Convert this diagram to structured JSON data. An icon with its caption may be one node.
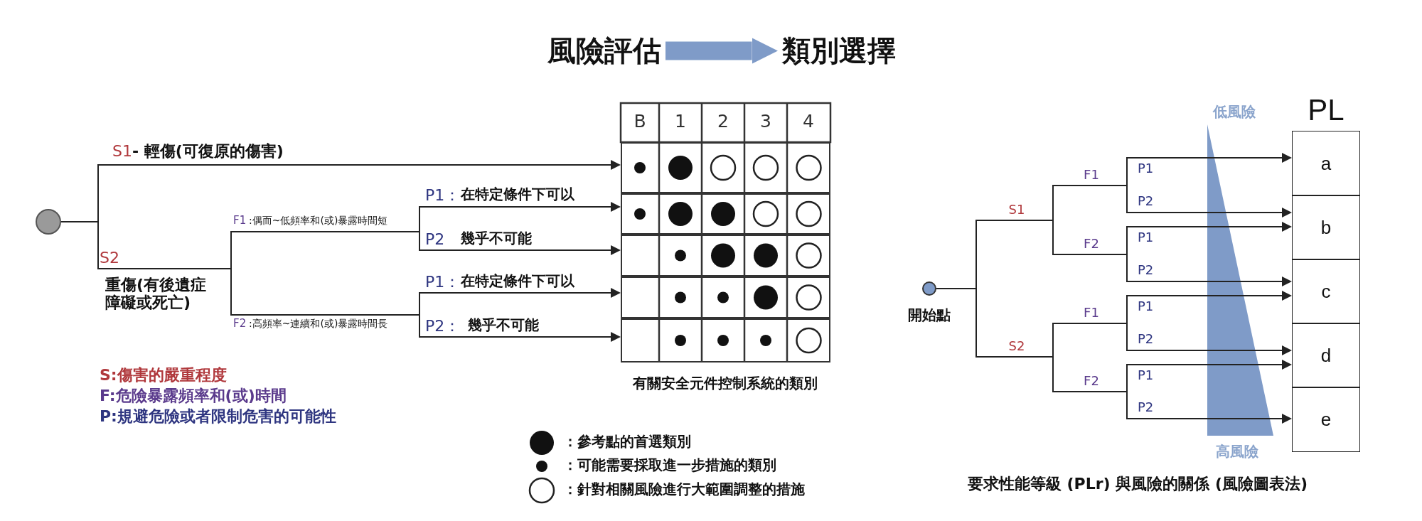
{
  "diagram": {
    "nodes": [
      {
        "text": [
          "風險評估"
        ]
      },
      {
        "text": [
          "類別選擇"
        ]
      },
      {
        "text": [],
        "shape": "circle"
      },
      {
        "text": [],
        "shape": "box"
      },
      {
        "text": [],
        "shape": "box"
      },
      {
        "text": [],
        "shape": "box"
      },
      {
        "text": [],
        "shape": "box"
      },
      {
        "text": [],
        "shape": "box"
      },
      {
        "text": [],
        "shape": "circle",
        "beside": [
          "開始點"
        ]
      },
      {
        "text": [
          "PL"
        ]
      },
      {
        "text": [
          "a"
        ],
        "in": 9
      },
      {
        "text": [
          "b"
        ],
        "in": 9
      },
      {
        "text": [
          "c"
        ],
        "in": 9
      },
      {
        "text": [
          "d"
        ],
        "in": 9
      },
      {
        "text": [
          "e"
        ],
        "in": 9
      }
    ],
    "edges": [
      {
        "from": 0,
        "to": 1,
        "arrow": "to",
        "style": "thick",
        "color": "#7f9bc8"
      },
      {
        "from": 2,
        "to": 3,
        "arrow": "to"
      },
      {
        "from": 2,
        "to": 4,
        "arrow": "to"
      },
      {
        "from": 2,
        "to": 5,
        "arrow": "to"
      },
      {
        "from": 2,
        "to": 6,
        "arrow": "to"
      },
      {
        "from": 2,
        "to": 7,
        "arrow": "to"
      },
      {
        "from": 8,
        "to": 10,
        "arrow": "to"
      },
      {
        "from": 8,
        "to": 11,
        "arrow": "to"
      },
      {
        "from": 8,
        "to": 11,
        "arrow": "to"
      },
      {
        "from": 8,
        "to": 12,
        "arrow": "to"
      },
      {
        "from": 8,
        "to": 12,
        "arrow": "to"
      },
      {
        "from": 8,
        "to": 13,
        "arrow": "to"
      },
      {
        "from": 8,
        "to": 13,
        "arrow": "to"
      },
      {
        "from": 8,
        "to": 14,
        "arrow": "to"
      }
    ],
    "labels": [
      "S1",
      "- 輕傷(可復原的傷害)",
      "F1",
      ":偶而~低頻率和(或)暴露時間短",
      "P1：",
      "在特定條件下可以",
      "S2",
      "P2",
      "幾乎不可能",
      "重傷(有後遺症障礙或死亡)",
      "P1：",
      "在特定條件下可以",
      "F2",
      ":高頻率~連續和(或)暴露時間長",
      "P2：",
      "幾乎不可能",
      "S:傷害的嚴重程度",
      "F:危險暴露頻率和(或)時間",
      "P:規避危險或者限制危害的可能性",
      "B",
      "1",
      "2",
      "3",
      "4",
      "有關安全元件控制系統的類別",
      "低風險",
      "F1",
      "P1",
      "P2",
      "S1",
      "F2",
      "P1",
      "P2",
      "F1",
      "P1",
      "P2",
      "S2",
      "F2",
      "P1",
      "P2",
      "高風險",
      "要求性能等級 (PLr) 與風險的關係 (風險圖表法)"
    ],
    "legend": [
      {
        "text": "：參考點的首選類別"
      },
      {
        "text": "：可能需要採取進一步措施的類別"
      },
      {
        "text": "：針對相關風險進行大範圍調整的措施"
      }
    ]
  }
}
